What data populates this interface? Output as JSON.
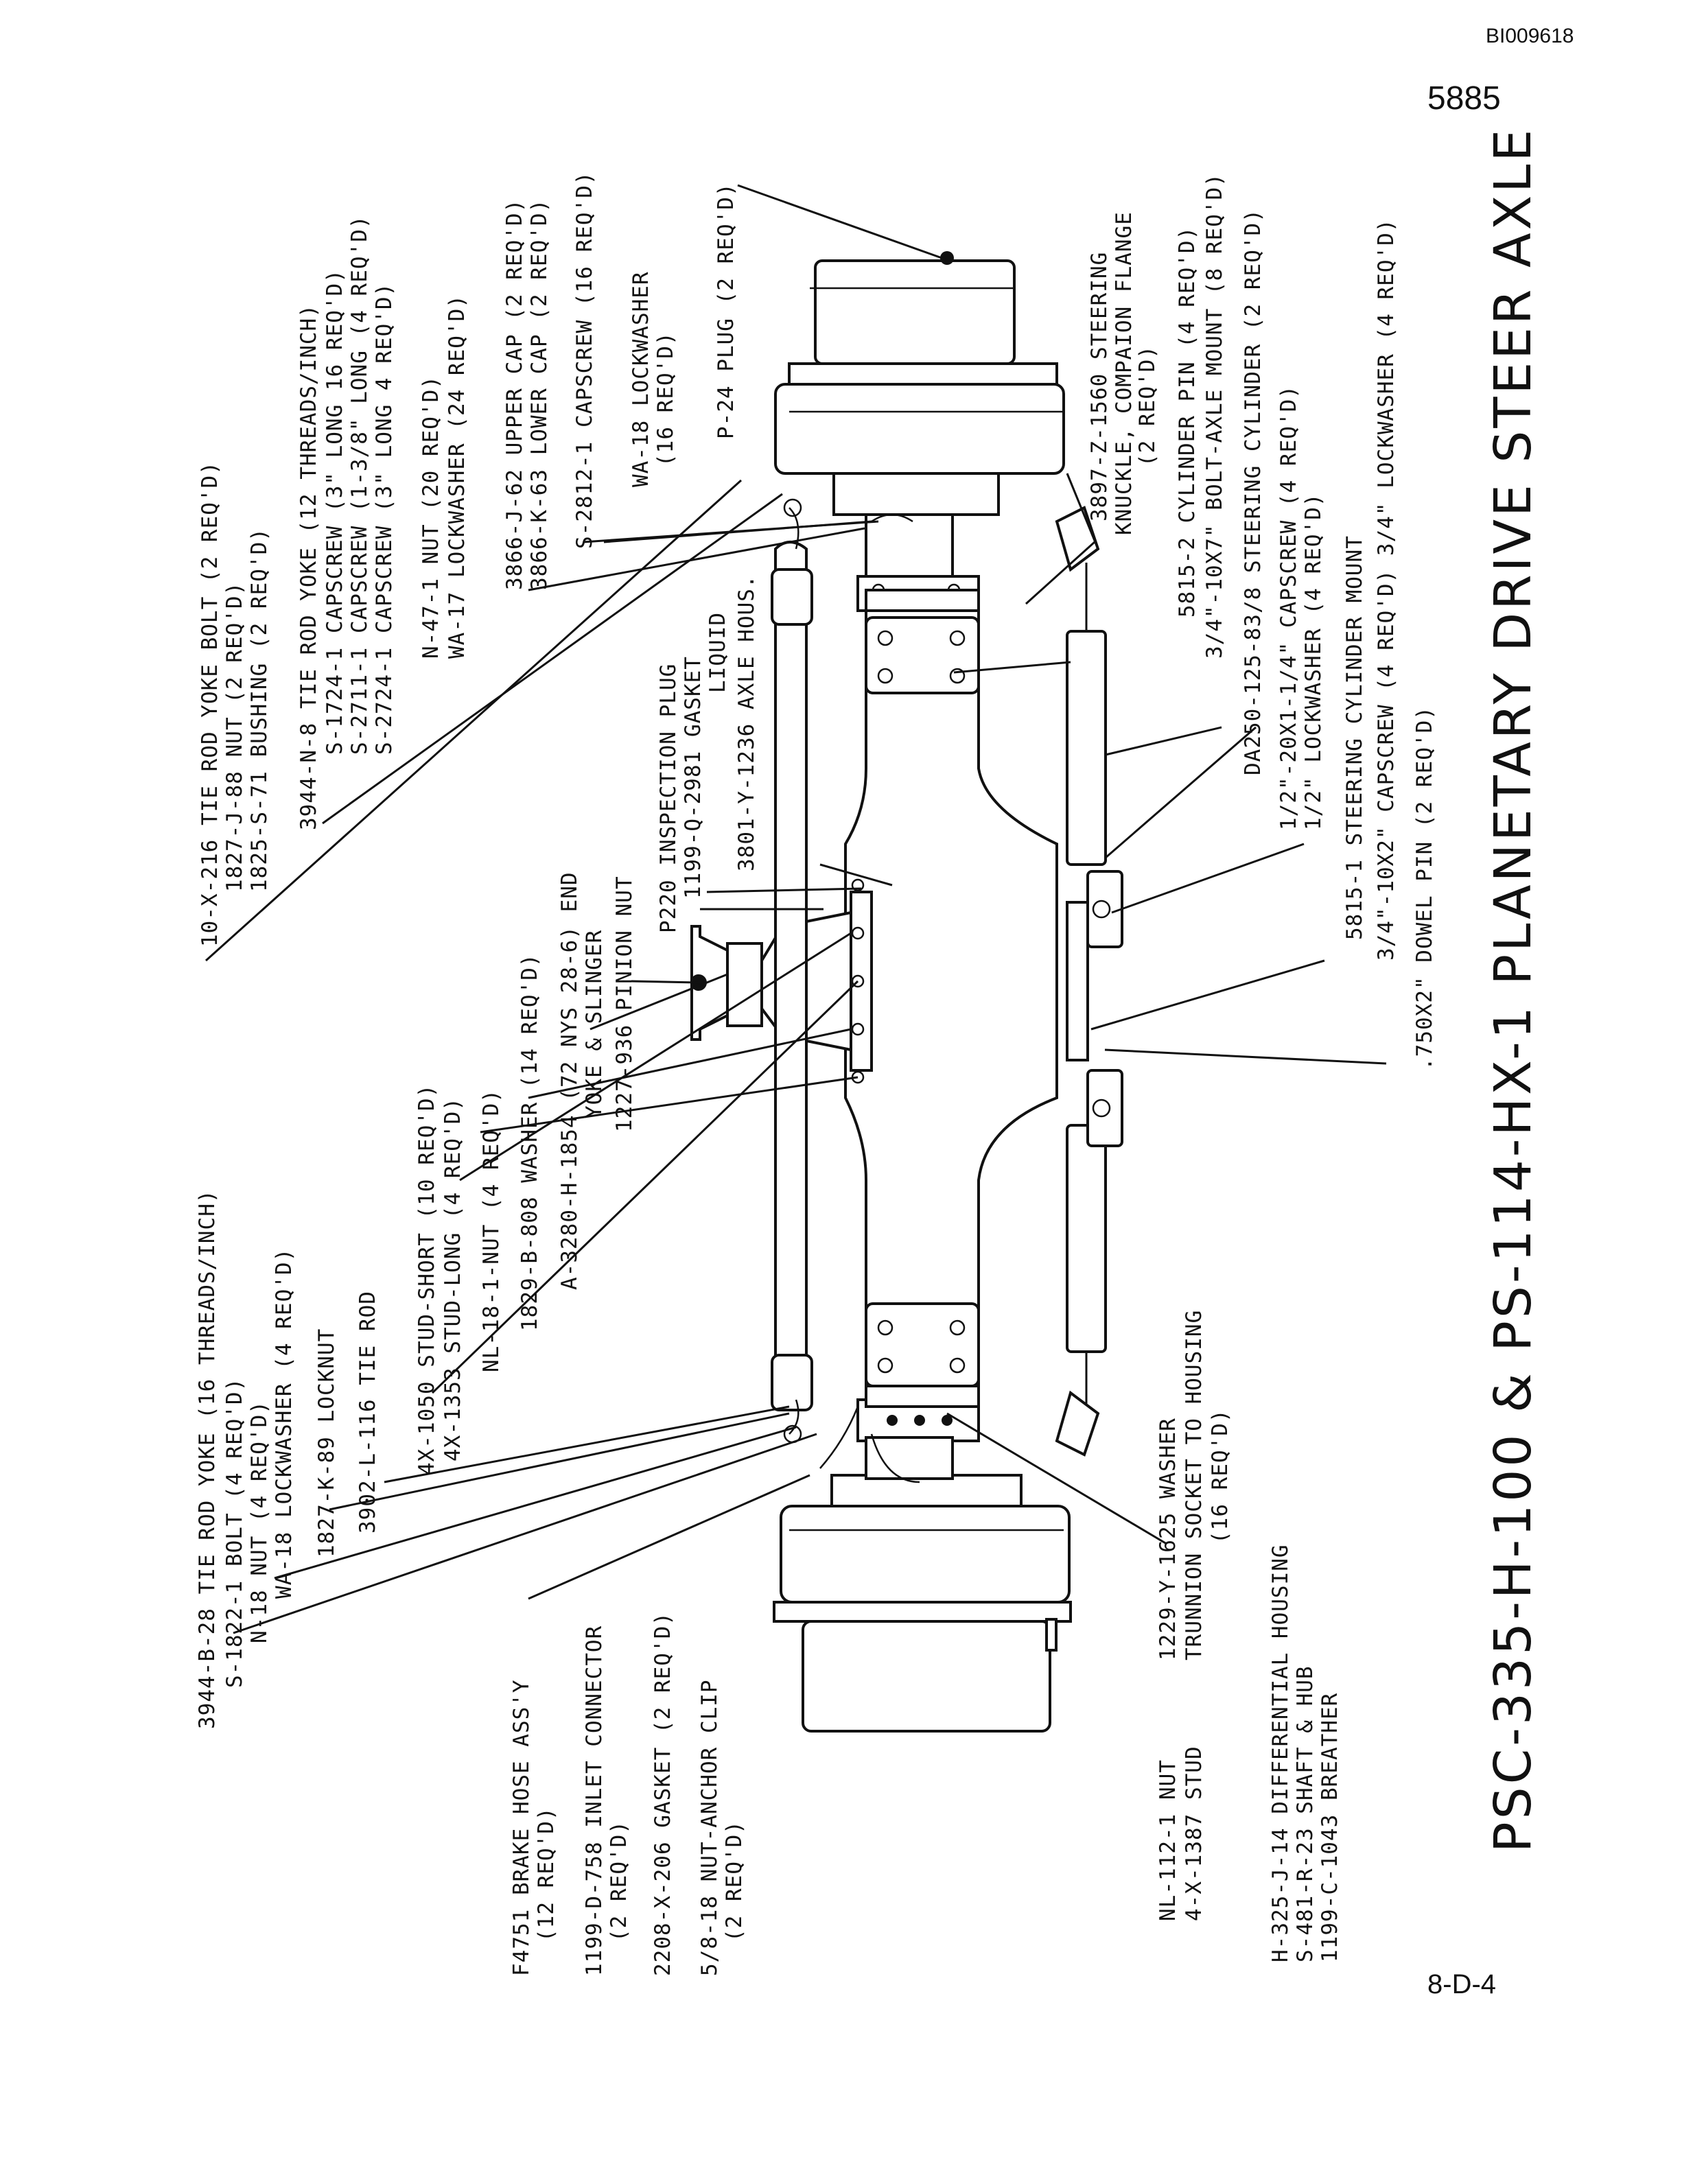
{
  "header": {
    "doc_id": "BI009618",
    "page_number": "5885",
    "sheet_code": "8-D-4"
  },
  "title": "PSC-335-H-100 & PS-114-HX-1 PLANETARY DRIVE STEER AXLE",
  "labels": {
    "upper_left": [
      "3944-B-28 TIE ROD YOKE (16 THREADS/INCH)",
      "S-1822-1 BOLT (4 REQ'D)",
      "N-18 NUT (4 REQ'D)",
      "WA-18 LOCKWASHER (4 REQ'D)",
      "1827-K-89 LOCKNUT",
      "3902-L-116 TIE ROD",
      "4X-1050 STUD-SHORT (10 REQ'D)",
      "4X-1353 STUD-LONG (4 REQ'D)",
      "NL-18-1-NUT (4 REQ'D)",
      "1829-B-808 WASHER (14 REQ'D)",
      "A-3280-H-1854 (72 NYS 28-6) END",
      "YOKE & SLINGER",
      "1227-936 PINION NUT"
    ],
    "upper_right": [
      "10-X-216 TIE ROD YOKE BOLT (2 REQ'D)",
      "1827-J-88 NUT (2 REQ'D)",
      "1825-S-71 BUSHING (2 REQ'D)",
      "3944-N-8 TIE ROD YOKE (12 THREADS/INCH)",
      "S-1724-1 CAPSCREW (3\" LONG 16 REQ'D)",
      "S-2711-1 CAPSCREW (1-3/8\" LONG (4 REQ'D)",
      "S-2724-1 CAPSCREW (3\" LONG 4 REQ'D)",
      "N-47-1 NUT (20 REQ'D)",
      "WA-17 LOCKWASHER (24 REQ'D)",
      "3866-J-62 UPPER CAP (2 REQ'D)",
      "3866-K-63 LOWER CAP (2 REQ'D)",
      "S-2812-1 CAPSCREW (16 REQ'D)",
      "WA-18 LOCKWASHER",
      "(16 REQ'D)",
      "P-24 PLUG (2 REQ'D)"
    ],
    "center": [
      "P220 INSPECTION PLUG",
      "1199-Q-2981 GASKET",
      "LIQUID",
      "3801-Y-1236 AXLE HOUS."
    ],
    "right": [
      "3897-Z-1560 STEERING",
      "KNUCKLE, COMPAION FLANGE",
      "(2 REQ'D)",
      "5815-2 CYLINDER PIN (4 REQ'D)",
      "3/4\"-10X7\" BOLT-AXLE MOUNT (8 REQ'D)",
      "DA250-125-83/8 STEERING CYLINDER (2 REQ'D)",
      "1/2\"-20X1-1/4\" CAPSCREW (4 REQ'D)",
      "1/2\" LOCKWASHER (4 REQ'D)",
      "5815-1 STEERING CYLINDER MOUNT",
      "3/4\"-10X2\" CAPSCREW (4 REQ'D) 3/4\" LOCKWASHER (4 REQ'D)",
      ".750X2\" DOWEL PIN (2 REQ'D)"
    ],
    "lower_left": [
      "F4751 BRAKE HOSE ASS'Y",
      "(12 REQ'D)",
      "1199-D-758 INLET CONNECTOR",
      "(2 REQ'D)",
      "2208-X-206 GASKET (2 REQ'D)",
      "5/8-18 NUT-ANCHOR CLIP",
      "(2 REQ'D)"
    ],
    "lower_center": [
      "NL-112-1 NUT",
      "4-X-1387 STUD",
      "1229-Y-1625 WASHER",
      "TRUNNION SOCKET TO HOUSING",
      "(16 REQ'D)"
    ],
    "lower_right": [
      "H-325-J-14 DIFFERENTIAL HOUSING",
      "S-481-R-23 SHAFT & HUB",
      "1199-C-1043 BREATHER"
    ]
  }
}
